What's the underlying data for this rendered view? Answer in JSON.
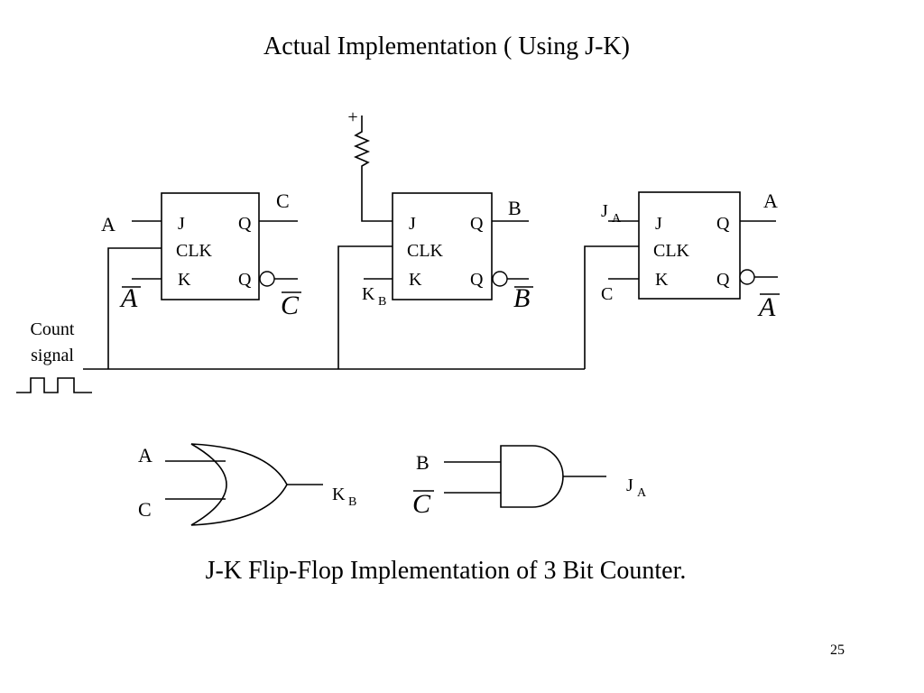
{
  "title": "Actual Implementation ( Using J-K)",
  "caption": "J-K Flip-Flop Implementation of 3 Bit Counter.",
  "page_number": "25",
  "supply": "+",
  "count_signal": [
    "Count",
    "signal"
  ],
  "flipflop": {
    "j": "J",
    "clk": "CLK",
    "k": "K",
    "q": "Q",
    "qbar": "Q"
  },
  "ff1": {
    "in_j": "A",
    "in_k": "A",
    "out_q": "C",
    "out_qbar": "C"
  },
  "ff2": {
    "out_q": "B",
    "in_k": "K",
    "in_k_sub": "B",
    "out_qbar": "B"
  },
  "ff3": {
    "in_j": "J",
    "in_j_sub": "A",
    "in_k": "C",
    "out_q": "A",
    "out_qbar": "A"
  },
  "or_gate": {
    "in1": "A",
    "in2": "C",
    "out": "K",
    "out_sub": "B"
  },
  "and_gate": {
    "in1": "B",
    "in2": "C",
    "out": "J",
    "out_sub": "A"
  }
}
